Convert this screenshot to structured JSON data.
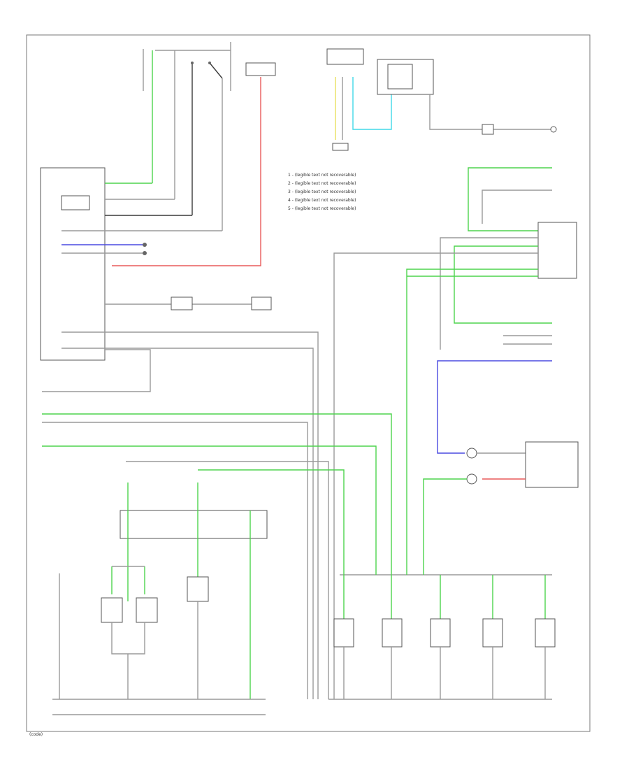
{
  "colors": {
    "green": "#4dd44d",
    "black": "#3a3a3a",
    "gray": "#9a9a9a",
    "red": "#e85a5a",
    "blue": "#4a4ae0",
    "cyan": "#40d8e8",
    "yellow": "#e8e060",
    "lightgreen": "#77dd77",
    "frame": "#777777"
  },
  "legend": [
    "1 - (legible text not recoverable)",
    "2 - (legible text not recoverable)",
    "3 - (legible text not recoverable)",
    "4 - (legible text not recoverable)",
    "5 - (legible text not recoverable)"
  ],
  "footer_code": "(code)"
}
